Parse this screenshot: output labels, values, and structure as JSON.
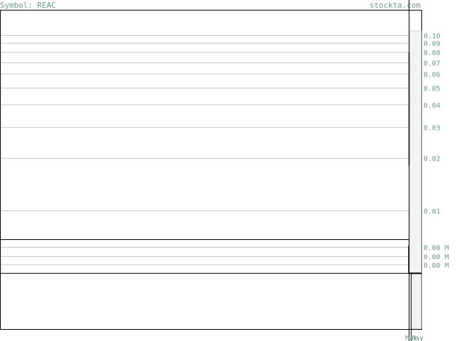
{
  "header": {
    "symbol_label": "Symbol: REAC",
    "site": "stockta.com"
  },
  "chart_data": [
    {
      "type": "line",
      "scale": "log",
      "y_ticks": [
        "0.10",
        "0.09",
        "0.08",
        "0.07",
        "0.06",
        "0.05",
        "0.04",
        "0.03",
        "0.02",
        "0.01"
      ],
      "grid": true,
      "series": [
        {
          "x": [
            "Mar",
            "May"
          ],
          "values": [
            0.018,
            0.08
          ]
        }
      ]
    },
    {
      "type": "bar",
      "y_ticks": [
        "0.00 M",
        "0.00 M",
        "0.00 M"
      ],
      "grid": true,
      "categories": [
        "Mar",
        "",
        "May"
      ],
      "values": [
        1.0,
        0.25,
        0.2
      ]
    }
  ],
  "x_ticks": [
    "Mar",
    "May"
  ],
  "colors": {
    "grid": "#c8c8c8",
    "text": "#6f9a8e",
    "volume": "#1f6a2a",
    "frame": "#000000"
  }
}
